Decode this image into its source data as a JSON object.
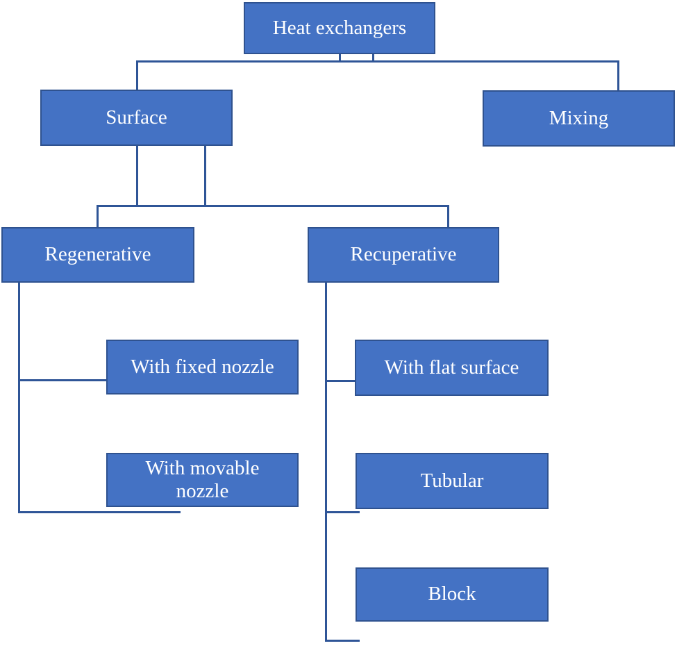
{
  "diagram": {
    "type": "tree",
    "nodes": {
      "root": {
        "label": "Heat exchangers"
      },
      "surface": {
        "label": "Surface"
      },
      "mixing": {
        "label": "Mixing"
      },
      "regenerative": {
        "label": "Regenerative"
      },
      "recuperative": {
        "label": "Recuperative"
      },
      "fixed_nozzle": {
        "label": "With fixed nozzle"
      },
      "movable_nozzle": {
        "label": "With movable nozzle"
      },
      "flat_surface": {
        "label": "With flat surface"
      },
      "tubular": {
        "label": "Tubular"
      },
      "block": {
        "label": "Block"
      }
    },
    "hierarchy": {
      "Heat exchangers": [
        "Surface",
        "Mixing"
      ],
      "Surface": [
        "Regenerative",
        "Recuperative"
      ],
      "Regenerative": [
        "With fixed nozzle",
        "With movable nozzle"
      ],
      "Recuperative": [
        "With flat surface",
        "Tubular",
        "Block"
      ]
    },
    "colors": {
      "box_fill": "#4472C4",
      "box_border": "#2F528F",
      "connector": "#2F5597",
      "text": "#FFFFFF",
      "background": "#FFFFFF"
    }
  }
}
